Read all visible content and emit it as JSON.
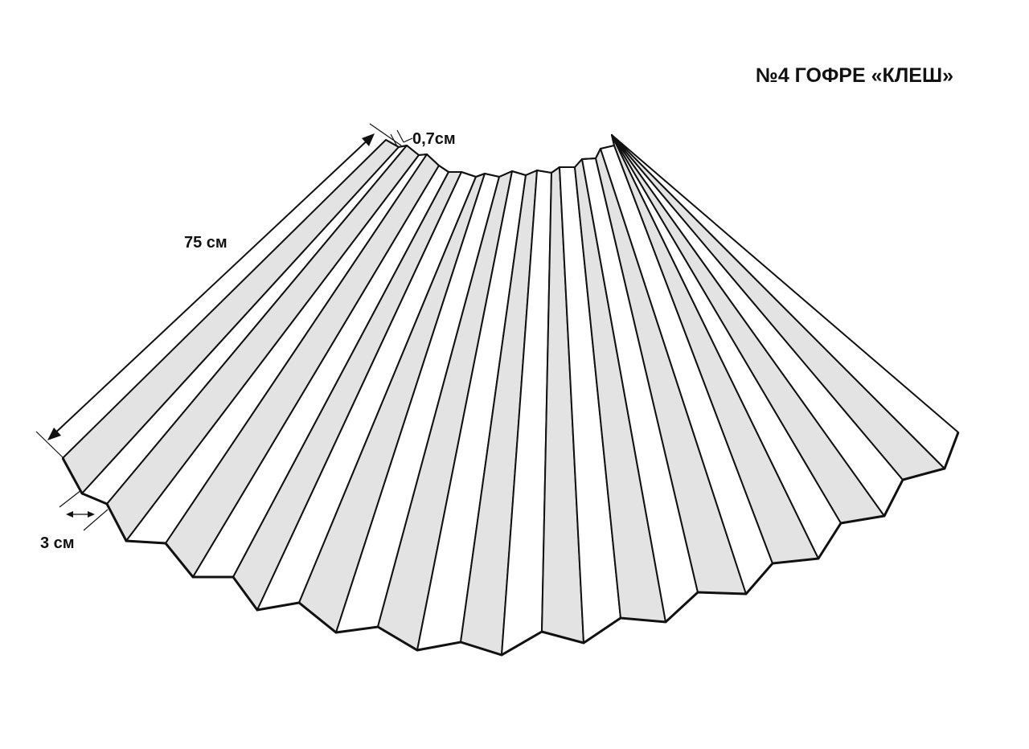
{
  "title": "№4 ГОФРЕ «КЛЕШ»",
  "dimensions": {
    "length": "75 см",
    "top_pleat": "0,7см",
    "bottom_pleat": "3 см"
  },
  "colors": {
    "stroke": "#111111",
    "pleat_light": "#ffffff",
    "pleat_shade": "#e3e3e3",
    "background": "#ffffff"
  }
}
